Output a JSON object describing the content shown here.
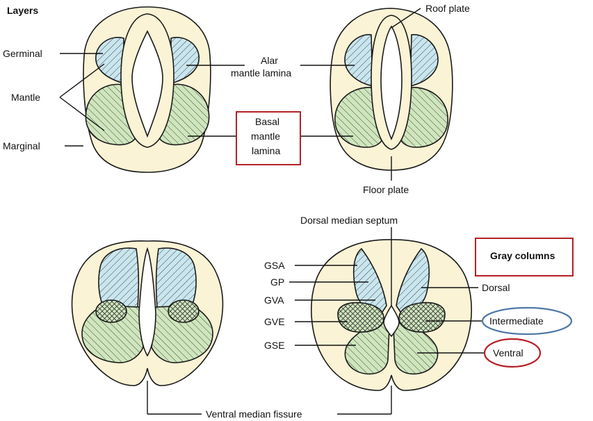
{
  "labels": {
    "layers": "Layers",
    "germinal": "Germinal",
    "mantle": "Mantle",
    "marginal": "Marginal",
    "roof_plate": "Roof plate",
    "alar_line1": "Alar",
    "alar_line2": "mantle lamina",
    "basal_line1": "Basal",
    "basal_line2": "mantle",
    "basal_line3": "lamina",
    "floor_plate": "Floor plate",
    "dorsal_median_septum": "Dorsal median septum",
    "gsa": "GSA",
    "gp": "GP",
    "gva": "GVA",
    "gve": "GVE",
    "gse": "GSE",
    "gray_columns": "Gray columns",
    "dorsal": "Dorsal",
    "intermediate": "Intermediate",
    "ventral": "Ventral",
    "ventral_median_fissure": "Ventral median fissure"
  },
  "colors": {
    "tissue": "#fbf3d5",
    "alar_blue": "#c9e6ef",
    "basal_green": "#cfe6bd",
    "highlight_red": "#b52025",
    "highlight_blue": "#4f78a6",
    "line": "#1a1a1a"
  }
}
